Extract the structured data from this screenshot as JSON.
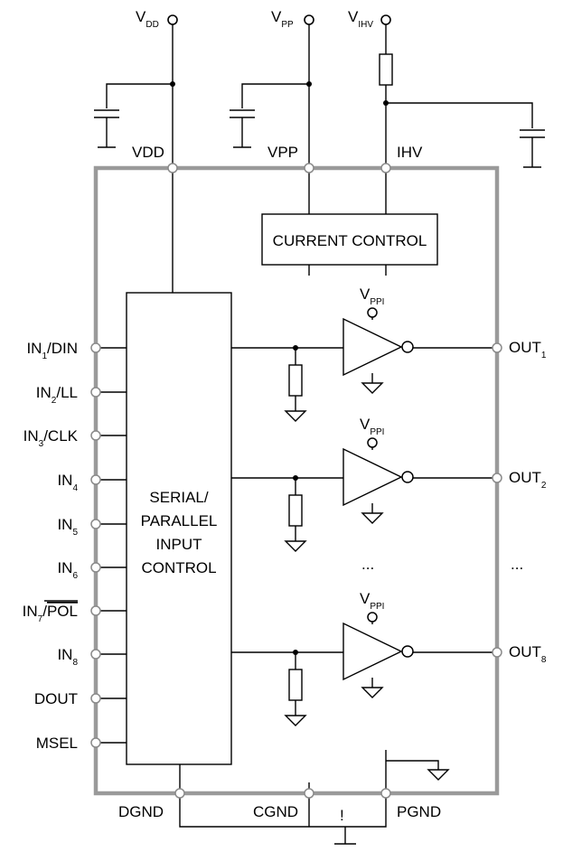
{
  "supplies": {
    "vdd": {
      "main": "V",
      "sub": "DD"
    },
    "vpp": {
      "main": "V",
      "sub": "PP"
    },
    "vihv": {
      "main": "V",
      "sub": "IHV"
    }
  },
  "top_pins": {
    "vdd": "VDD",
    "vpp": "VPP",
    "ihv": "IHV"
  },
  "current_control": "CURRENT CONTROL",
  "input_block": [
    "SERIAL/",
    "PARALLEL",
    "INPUT",
    "CONTROL"
  ],
  "left_pins": [
    {
      "main": "IN",
      "sub": "1",
      "suffix": "/DIN"
    },
    {
      "main": "IN",
      "sub": "2",
      "suffix": "/LL"
    },
    {
      "main": "IN",
      "sub": "3",
      "suffix": "/CLK"
    },
    {
      "main": "IN",
      "sub": "4",
      "suffix": ""
    },
    {
      "main": "IN",
      "sub": "5",
      "suffix": ""
    },
    {
      "main": "IN",
      "sub": "6",
      "suffix": ""
    },
    {
      "main": "IN",
      "sub": "7",
      "suffix": "/",
      "overlined": "POL"
    },
    {
      "main": "IN",
      "sub": "8",
      "suffix": ""
    },
    {
      "main": "DOUT",
      "sub": "",
      "suffix": ""
    },
    {
      "main": "MSEL",
      "sub": "",
      "suffix": ""
    }
  ],
  "driver_supply": {
    "main": "V",
    "sub": "PPI"
  },
  "outputs": [
    {
      "main": "OUT",
      "sub": "1"
    },
    {
      "main": "OUT",
      "sub": "2"
    },
    {
      "main": "OUT",
      "sub": "8"
    }
  ],
  "ellipsis": "...",
  "bottom_pins": {
    "dgnd": "DGND",
    "cgnd": "CGND",
    "pgnd": "PGND"
  },
  "warning": "!"
}
